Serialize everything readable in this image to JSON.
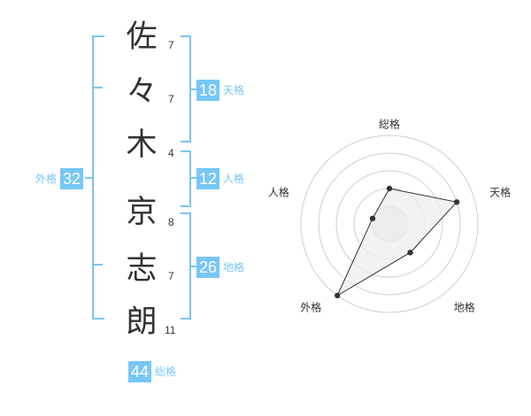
{
  "name_chars": [
    {
      "char": "佐",
      "strokes": "7"
    },
    {
      "char": "々",
      "strokes": "7"
    },
    {
      "char": "木",
      "strokes": "4"
    },
    {
      "char": "京",
      "strokes": "8"
    },
    {
      "char": "志",
      "strokes": "7"
    },
    {
      "char": "朗",
      "strokes": "11"
    }
  ],
  "scores": {
    "tenkaku": {
      "label": "天格",
      "value": "18"
    },
    "jinkaku": {
      "label": "人格",
      "value": "12"
    },
    "chikaku": {
      "label": "地格",
      "value": "26"
    },
    "gaikaku": {
      "label": "外格",
      "value": "32"
    },
    "soukaku": {
      "label": "総格",
      "value": "44"
    }
  },
  "colors": {
    "accent": "#77c7f6",
    "bracket": "#7cc4f0",
    "text": "#333333",
    "radar_fill": "#eeeeee"
  },
  "chart_data": {
    "type": "radar",
    "axes": [
      "総格",
      "天格",
      "地格",
      "外格",
      "人格"
    ],
    "values": [
      2,
      4,
      2,
      5,
      1
    ],
    "rmax": 5,
    "rings": 5,
    "grid": true,
    "ticks_shown": false
  }
}
